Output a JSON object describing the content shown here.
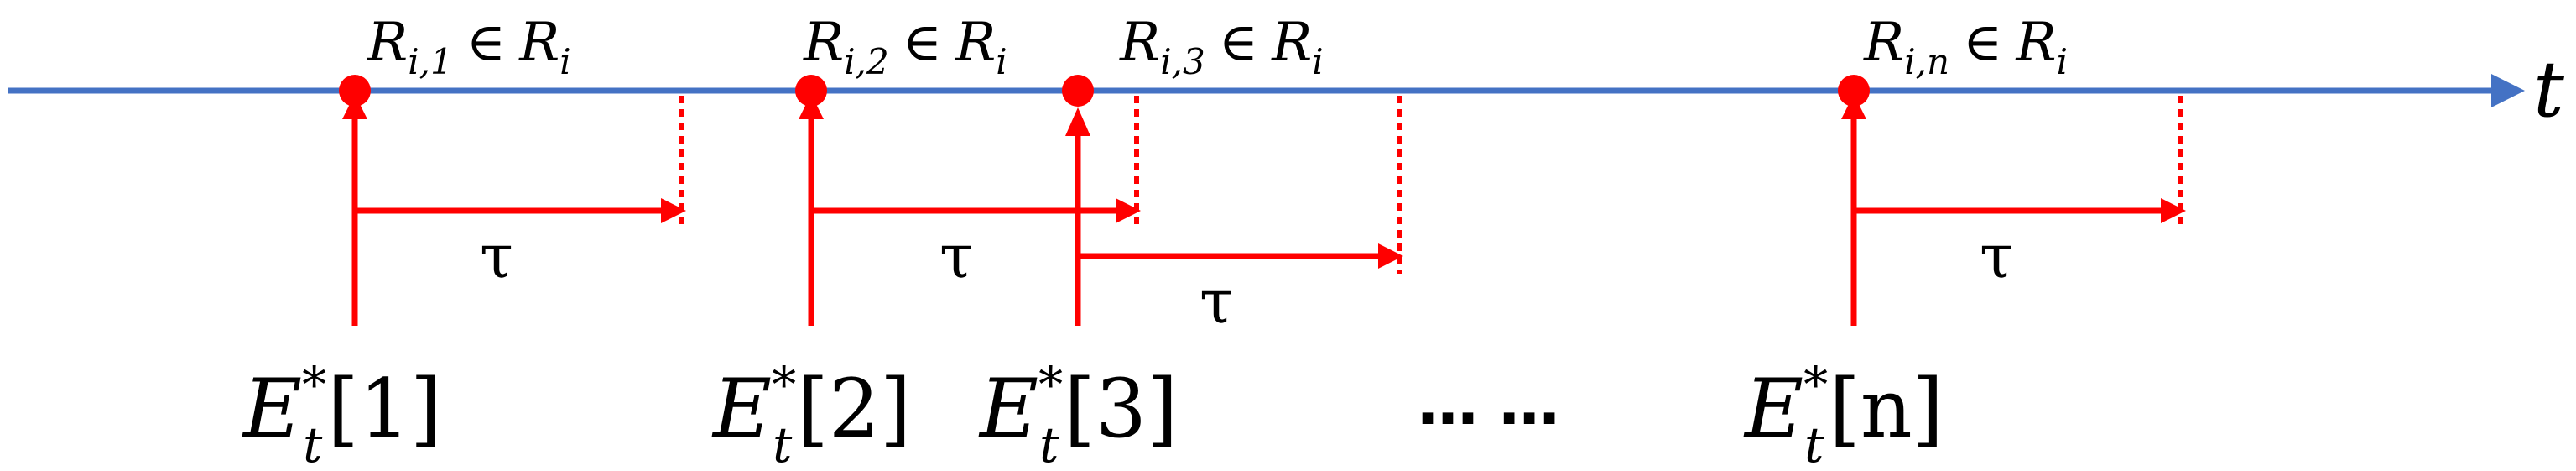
{
  "timeline": {
    "axis_label": "t",
    "axis_color": "#4472C4",
    "event_color": "#FF0000"
  },
  "events": [
    {
      "request": {
        "R": "R",
        "sub": "i,1",
        "in": "∈",
        "set": "R",
        "set_sub": "i"
      },
      "tau": "τ",
      "estimate": {
        "E": "E",
        "sup": "*",
        "sub": "t",
        "index": "[1]"
      }
    },
    {
      "request": {
        "R": "R",
        "sub": "i,2",
        "in": "∈",
        "set": "R",
        "set_sub": "i"
      },
      "tau": "τ",
      "estimate": {
        "E": "E",
        "sup": "*",
        "sub": "t",
        "index": "[2]"
      }
    },
    {
      "request": {
        "R": "R",
        "sub": "i,3",
        "in": "∈",
        "set": "R",
        "set_sub": "i"
      },
      "tau": "τ",
      "estimate": {
        "E": "E",
        "sup": "*",
        "sub": "t",
        "index": "[3]"
      }
    },
    {
      "request": {
        "R": "R",
        "sub": "i,n",
        "in": "∈",
        "set": "R",
        "set_sub": "i"
      },
      "tau": "τ",
      "estimate": {
        "E": "E",
        "sup": "*",
        "sub": "t",
        "index": "[n]"
      }
    }
  ],
  "ellipsis": "… …"
}
